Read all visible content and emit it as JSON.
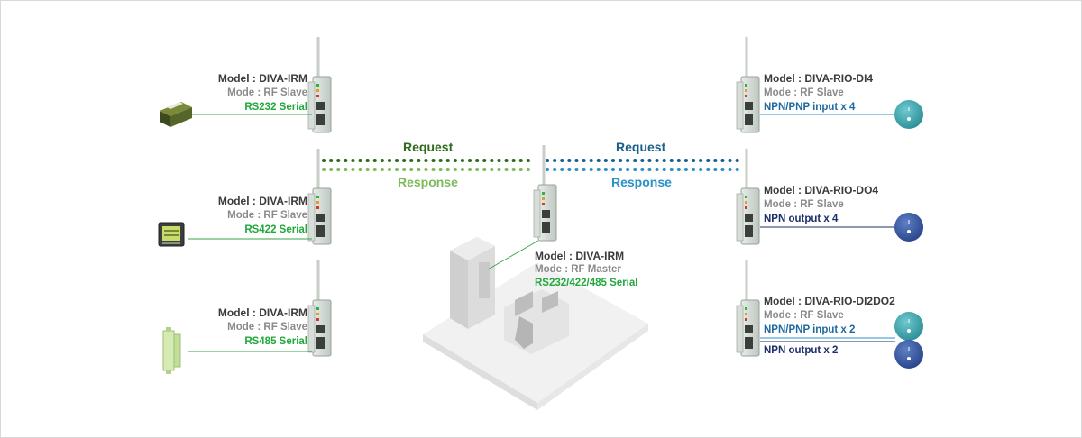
{
  "colors": {
    "green_dark": "#2f6b1d",
    "green_light": "#7dbb5a",
    "blue_dark": "#1a5f8e",
    "blue_light": "#2a90c8",
    "serial_green": "#22a83c",
    "npn_blue": "#1f6aa0",
    "npn_navy": "#1c2f6b"
  },
  "flows": {
    "left_request": "Request",
    "left_response": "Response",
    "right_request": "Request",
    "right_response": "Response"
  },
  "slaves": [
    {
      "model": "Model : DIVA-IRM",
      "mode": "Mode : RF Slave",
      "iface": "RS232 Serial",
      "device_icon": "printer-icon"
    },
    {
      "model": "Model : DIVA-IRM",
      "mode": "Mode : RF Slave",
      "iface": "RS422 Serial",
      "device_icon": "power-meter-icon"
    },
    {
      "model": "Model : DIVA-IRM",
      "mode": "Mode : RF Slave",
      "iface": "RS485 Serial",
      "device_icon": "din-module-icon"
    }
  ],
  "master": {
    "model": "Model : DIVA-IRM",
    "mode": "Mode : RF Master",
    "iface": "RS232/422/485 Serial"
  },
  "rio": [
    {
      "model": "Model : DIVA-RIO-DI4",
      "mode": "Mode : RF Slave",
      "io": [
        "NPN/PNP input x 4"
      ]
    },
    {
      "model": "Model : DIVA-RIO-DO4",
      "mode": "Mode : RF Slave",
      "io": [
        "NPN output x 4"
      ]
    },
    {
      "model": "Model : DIVA-RIO-DI2DO2",
      "mode": "Mode : RF Slave",
      "io": [
        "NPN/PNP input x 2",
        "NPN output x 2"
      ]
    }
  ]
}
